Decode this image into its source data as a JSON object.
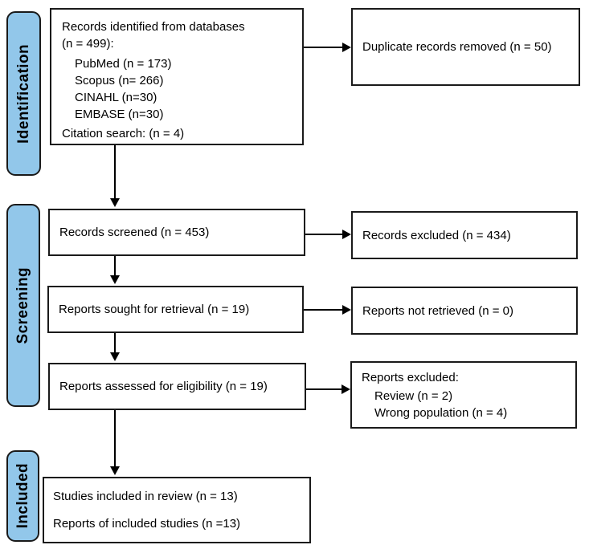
{
  "stages": [
    {
      "label": "Identification"
    },
    {
      "label": "Screening"
    },
    {
      "label": "Included"
    }
  ],
  "boxes": {
    "identified": {
      "title": "Records identified from databases",
      "subtitle": "(n = 499):",
      "databases": [
        "PubMed (n = 173)",
        "Scopus (n= 266)",
        "CINAHL (n=30)",
        "EMBASE (n=30)"
      ],
      "citation": "Citation search: (n = 4)"
    },
    "duplicates_removed": {
      "label": "Duplicate records removed (n = 50)"
    },
    "screened": {
      "label": "Records screened (n = 453)"
    },
    "records_excluded": {
      "label": "Records excluded (n = 434)"
    },
    "sought": {
      "label": "Reports sought for retrieval (n = 19)"
    },
    "not_retrieved": {
      "label": "Reports not retrieved (n = 0)"
    },
    "assessed": {
      "label": "Reports assessed for eligibility (n = 19)"
    },
    "reports_excluded": {
      "title": "Reports excluded:",
      "reasons": [
        "Review (n = 2)",
        "Wrong population (n = 4)"
      ]
    },
    "included": {
      "line1": "Studies included in review (n = 13)",
      "line2": "Reports of included studies (n =13)"
    }
  },
  "colors": {
    "stage_fill": "#92C7EA",
    "box_fill": "#FFFFFF",
    "border": "#1A1A1A",
    "arrow": "#000000"
  }
}
